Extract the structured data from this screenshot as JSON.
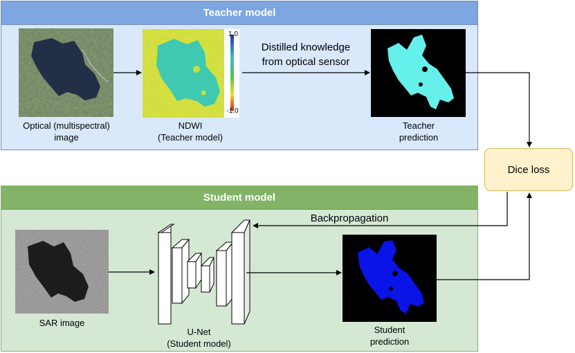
{
  "teacher": {
    "title": "Teacher model",
    "optical_label_line1": "Optical (multispectral)",
    "optical_label_line2": "image",
    "ndwi_label_line1": "NDWI",
    "ndwi_label_line2": "(Teacher model)",
    "colorbar_max": "1.0",
    "colorbar_min": "-1.0",
    "distill_line1": "Distilled knowledge",
    "distill_line2": "from optical sensor",
    "prediction_label_line1": "Teacher",
    "prediction_label_line2": "prediction"
  },
  "student": {
    "title": "Student model",
    "sar_label": "SAR image",
    "unet_label_line1": "U-Net",
    "unet_label_line2": "(Student model)",
    "backprop_label": "Backpropagation",
    "prediction_label_line1": "Student",
    "prediction_label_line2": "prediction"
  },
  "loss": {
    "label": "Dice loss"
  },
  "colors": {
    "teacher_panel_bg": "#dae8fc",
    "teacher_header_bg": "#7ea6e0",
    "student_panel_bg": "#d5e8d4",
    "student_header_bg": "#82b366",
    "loss_box_bg": "#fff2cc",
    "teacher_mask": "#66f0ec",
    "student_mask": "#0a14e6",
    "ndwi_water": "#3ec9b0"
  }
}
